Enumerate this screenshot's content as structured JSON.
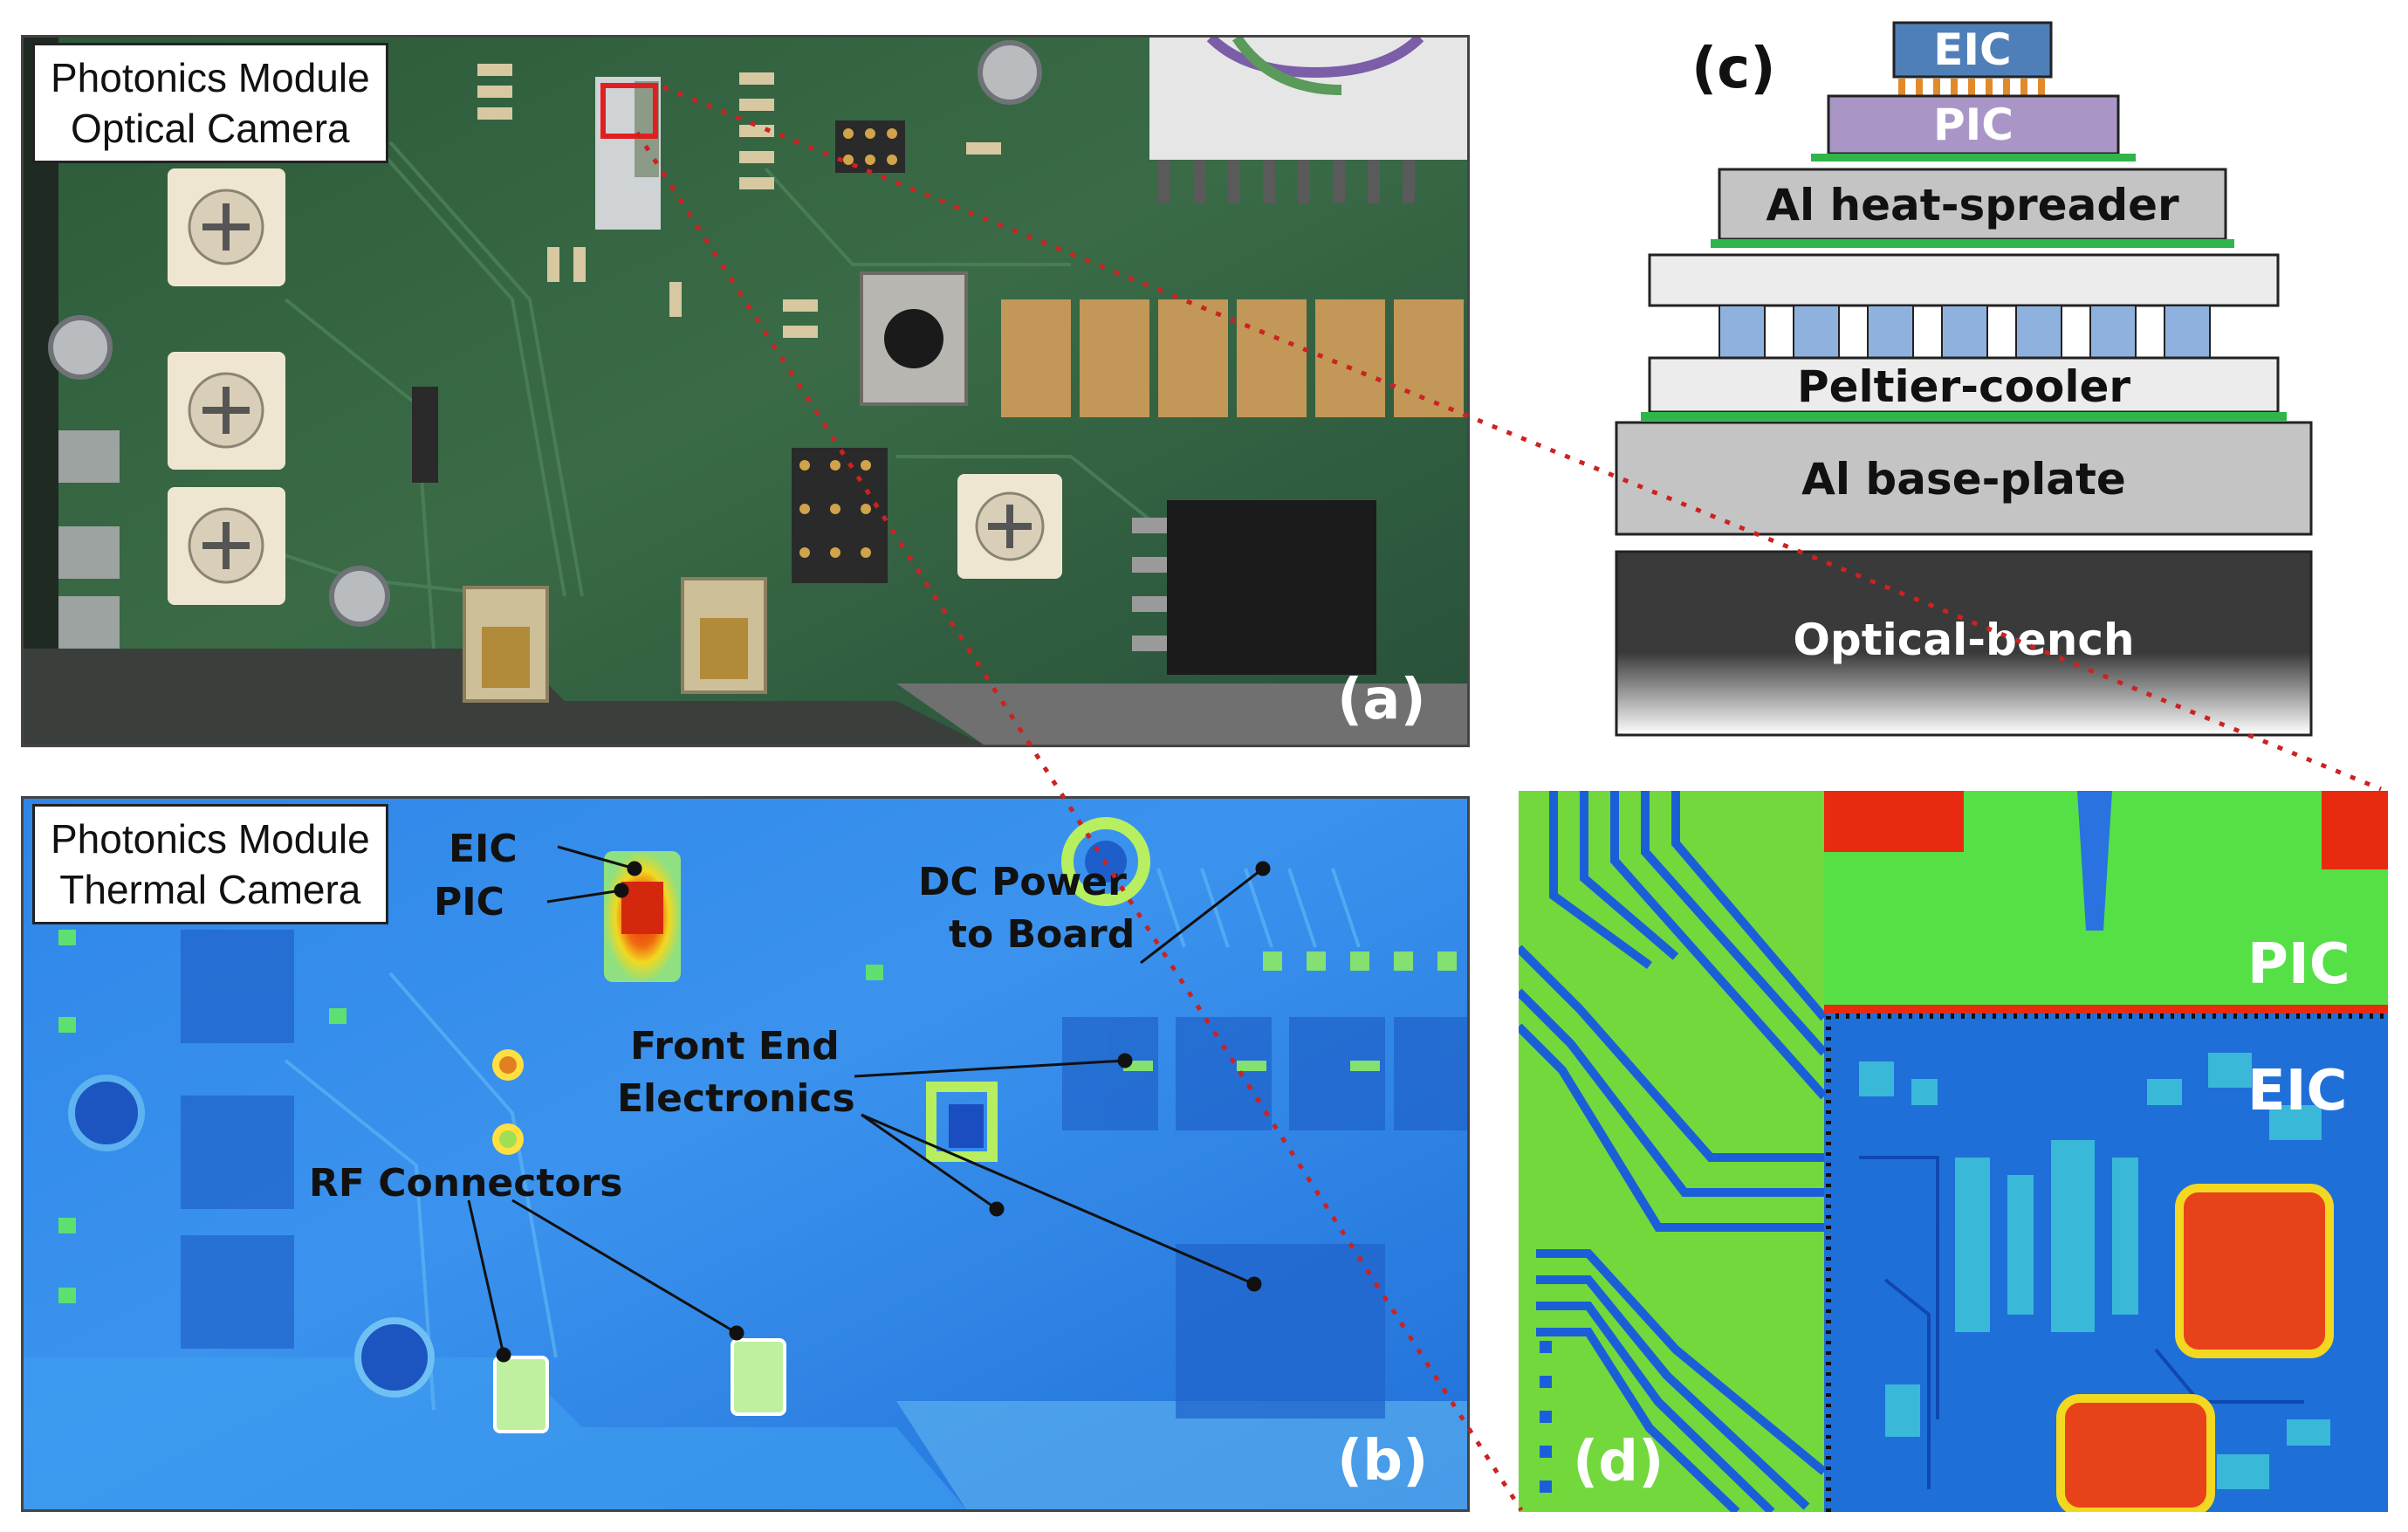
{
  "panel_a": {
    "camera_label_line1": "Photonics Module",
    "camera_label_line2": "Optical Camera",
    "panel_label": "(a)"
  },
  "panel_b": {
    "camera_label_line1": "Photonics Module",
    "camera_label_line2": "Thermal Camera",
    "panel_label": "(b)",
    "annotations": {
      "eic": "EIC",
      "pic": "PIC",
      "dc_power_line1": "DC Power",
      "dc_power_line2": "to Board",
      "front_end_line1": "Front End",
      "front_end_line2": "Electronics",
      "rf_connectors": "RF Connectors"
    }
  },
  "panel_c": {
    "panel_label": "(c)",
    "layers": {
      "eic": "EIC",
      "pic": "PIC",
      "heat_spreader": "Al heat-spreader",
      "peltier": "Peltier-cooler",
      "base_plate": "Al base-plate",
      "optical_bench": "Optical-bench"
    }
  },
  "panel_d": {
    "panel_label": "(d)",
    "pic": "PIC",
    "eic": "EIC"
  },
  "colors": {
    "eic_layer": "#4f7fb8",
    "pic_layer": "#a996c6",
    "metal_layer": "#c4c4c4",
    "peltier_element": "#8fb1de",
    "solder_green": "#2fb54a",
    "connector_dots": "#cc2222"
  }
}
